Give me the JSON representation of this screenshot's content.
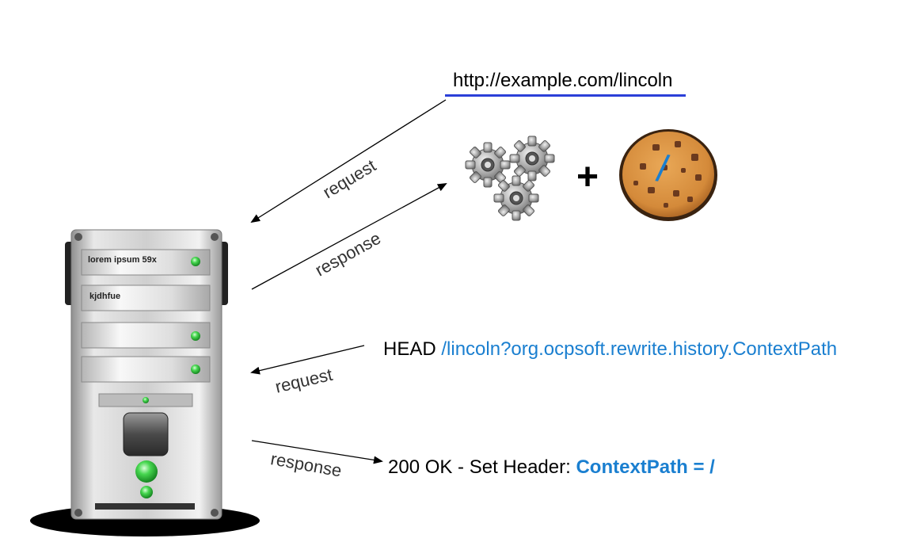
{
  "url": {
    "text": "http://example.com/lincoln"
  },
  "flow1": {
    "request_label": "request",
    "response_label": "response"
  },
  "plus": "+",
  "cookie": {
    "path": "/"
  },
  "head_request": {
    "method": "HEAD",
    "path": "/lincoln?org.ocpsoft.rewrite.history.ContextPath",
    "label": "request"
  },
  "head_response": {
    "label": "response",
    "status_text": "200 OK - Set Header:",
    "header_text": "ContextPath = /"
  },
  "server": {
    "bay1_label": "lorem ipsum 59x",
    "bay2_label": "kjdhfue"
  },
  "colors": {
    "accent_blue": "#1a7fd0",
    "underline_blue": "#2b3fd8",
    "led_green": "#3fd34a"
  }
}
